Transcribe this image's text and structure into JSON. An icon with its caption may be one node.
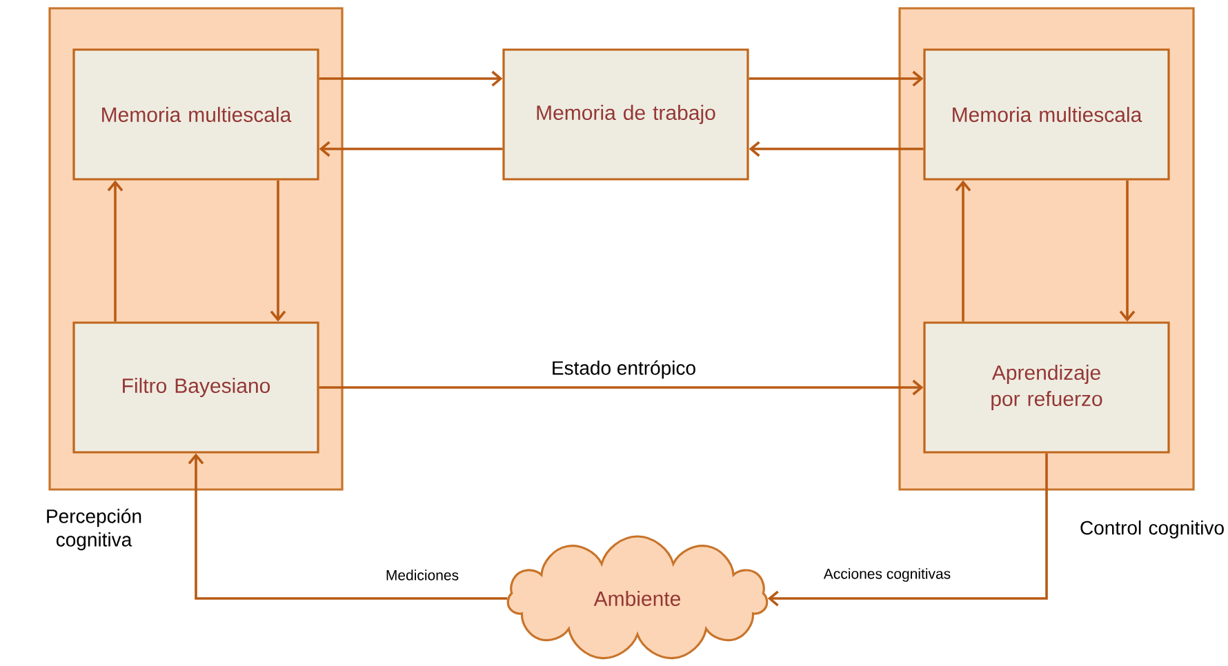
{
  "diagram": {
    "nodes": [
      {
        "text": [
          "Percepción cognitiva"
        ]
      },
      {
        "text": [
          "Memoria multiescala"
        ],
        "in": 0
      },
      {
        "text": [
          "Filtro Bayesiano"
        ],
        "in": 0
      },
      {
        "text": [
          "Memoria de trabajo"
        ]
      },
      {
        "text": [
          "Control cognitivo"
        ]
      },
      {
        "text": [
          "Memoria multiescala"
        ],
        "in": 4
      },
      {
        "text": [
          "Aprendizaje por refuerzo"
        ],
        "in": 4
      },
      {
        "text": [
          "Ambiente"
        ]
      }
    ],
    "edges": [
      {
        "from": 1,
        "to": 3,
        "arrow": "to"
      },
      {
        "from": 3,
        "to": 1,
        "arrow": "to"
      },
      {
        "from": 3,
        "to": 5,
        "arrow": "to"
      },
      {
        "from": 5,
        "to": 3,
        "arrow": "to"
      },
      {
        "from": 1,
        "to": 2,
        "arrow": "to"
      },
      {
        "from": 2,
        "to": 1,
        "arrow": "to"
      },
      {
        "from": 6,
        "to": 5,
        "arrow": "to"
      },
      {
        "from": 5,
        "to": 6,
        "arrow": "to"
      },
      {
        "from": 2,
        "to": 6,
        "arrow": "to",
        "label": "Estado entrópico"
      },
      {
        "from": 6,
        "to": 7,
        "arrow": "to",
        "label": "Acciones cognitivas"
      },
      {
        "from": 7,
        "to": 2,
        "arrow": "to",
        "label": "Mediciones"
      }
    ]
  }
}
